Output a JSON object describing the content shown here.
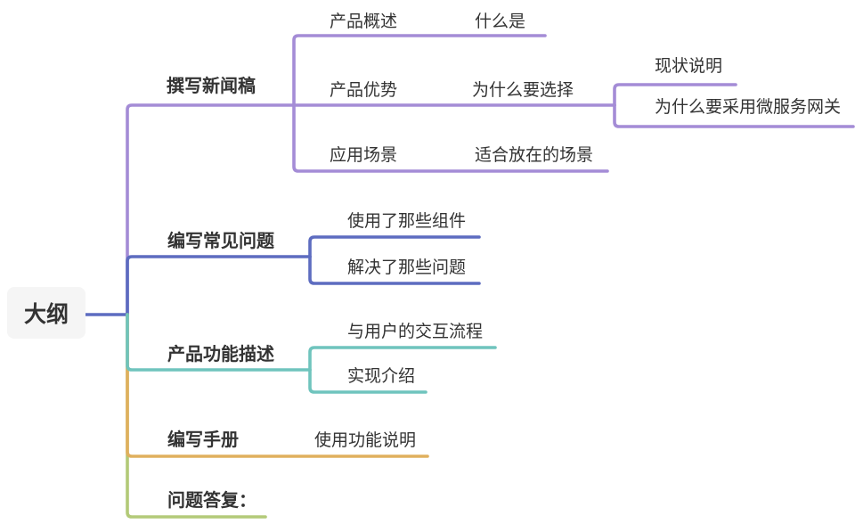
{
  "root": {
    "label": "大纲"
  },
  "colors": {
    "purple": "#a48cd6",
    "indigo": "#5d6cc0",
    "teal": "#6fc4bd",
    "yellow": "#e0b05e",
    "green": "#b3ca78",
    "text": "#333333",
    "root_bg": "#f5f5f5"
  },
  "branches": {
    "b1": {
      "label": "撰写新闻稿"
    },
    "b1c1": {
      "label": "产品概述"
    },
    "b1c1g1": {
      "label": "什么是"
    },
    "b1c2": {
      "label": "产品优势"
    },
    "b1c2g1": {
      "label": "为什么要选择"
    },
    "b1c2g1a": {
      "label": "现状说明"
    },
    "b1c2g1b": {
      "label": "为什么要采用微服务网关"
    },
    "b1c3": {
      "label": "应用场景"
    },
    "b1c3g1": {
      "label": "适合放在的场景"
    },
    "b2": {
      "label": "编写常见问题"
    },
    "b2c1": {
      "label": "使用了那些组件"
    },
    "b2c2": {
      "label": "解决了那些问题"
    },
    "b3": {
      "label": "产品功能描述"
    },
    "b3c1": {
      "label": "与用户的交互流程"
    },
    "b3c2": {
      "label": "实现介绍"
    },
    "b4": {
      "label": "编写手册"
    },
    "b4c1": {
      "label": "使用功能说明"
    },
    "b5": {
      "label": "问题答复："
    }
  }
}
